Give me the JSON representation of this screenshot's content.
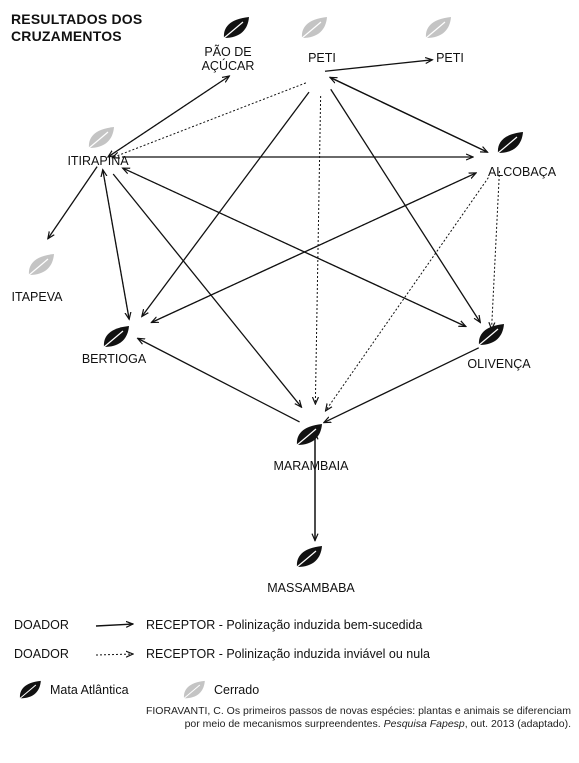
{
  "title": "RESULTADOS DOS\nCRUZAMENTOS",
  "nodes": {
    "pao": {
      "label": "PÃO DE\nAÇÚCAR",
      "biome": "mata"
    },
    "peti1": {
      "label": "PETI",
      "biome": "cerrado"
    },
    "peti2": {
      "label": "PETI",
      "biome": "cerrado"
    },
    "itirapina": {
      "label": "ITIRAPINA",
      "biome": "cerrado"
    },
    "alcobaca": {
      "label": "ALCOBAÇA",
      "biome": "mata"
    },
    "itapeva": {
      "label": "ITAPEVA",
      "biome": "cerrado"
    },
    "bertioga": {
      "label": "BERTIOGA",
      "biome": "mata"
    },
    "olivenca": {
      "label": "OLIVENÇA",
      "biome": "mata"
    },
    "marambaia": {
      "label": "MARAMBAIA",
      "biome": "mata"
    },
    "massambaba": {
      "label": "MASSAMBABA",
      "biome": "mata"
    }
  },
  "legend": {
    "solid_donor": "DOADOR",
    "solid_receptor": "RECEPTOR - Polinização induzida bem-sucedida",
    "dotted_donor": "DOADOR",
    "dotted_receptor": "RECEPTOR - Polinização induzida inviável ou nula",
    "mata_label": "Mata Atlântica",
    "cerrado_label": "Cerrado"
  },
  "colors": {
    "mata": "#111111",
    "cerrado": "#c4c4c4",
    "line": "#111111"
  },
  "source": {
    "line1": "FIORAVANTI, C. Os primeiros passos de novas espécies: plantas e animais se diferenciam",
    "line2_pre": "por meio de mecanismos surpreendentes. ",
    "line2_italic": "Pesquisa Fapesp",
    "line2_post": ", out. 2013 (adaptado)."
  }
}
